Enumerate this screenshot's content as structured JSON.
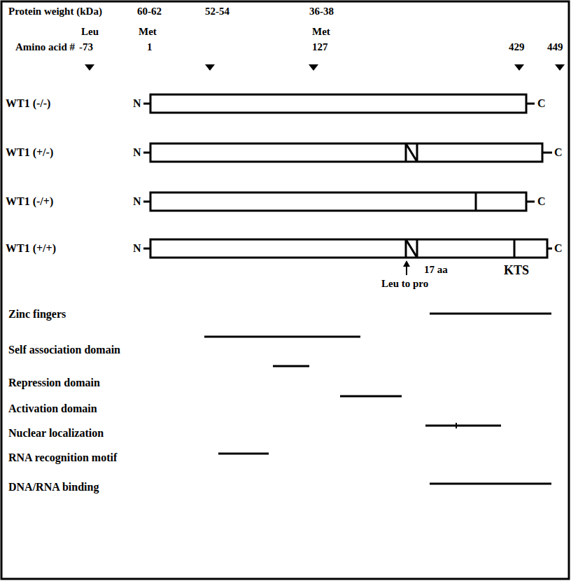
{
  "diagram": {
    "labels": [
      "Protein weight (kDa)",
      "60-62",
      "52-54",
      "36-38",
      "Leu",
      "Met",
      "Met",
      "Amino acid #",
      "-73",
      "1",
      "127",
      "429",
      "449",
      "WT1 (-/-)",
      "N",
      "C",
      "WT1 (+/-)",
      "N",
      "C",
      "WT1 (-/+)",
      "N",
      "C",
      "WT1 (+/+)",
      "N",
      "C",
      "17 aa",
      "KTS",
      "Leu to pro",
      "Zinc fingers",
      "Self association domain",
      "Repression domain",
      "Activation domain",
      "Nuclear localization",
      "RNA recognition motif",
      "DNA/RNA binding"
    ]
  }
}
